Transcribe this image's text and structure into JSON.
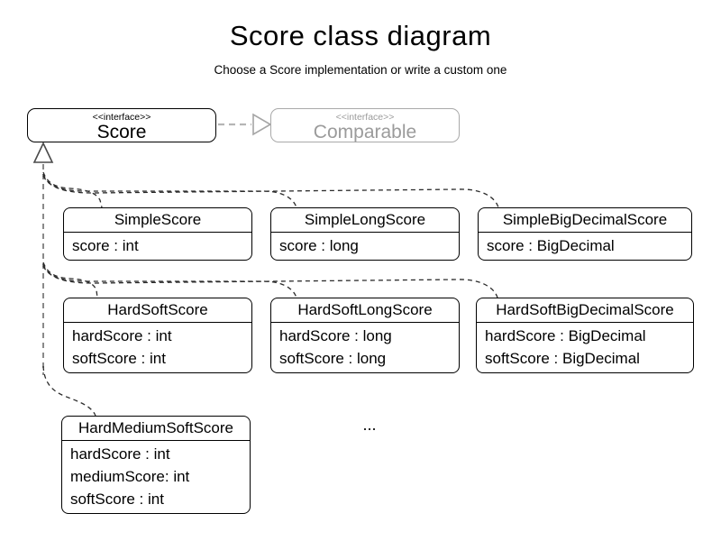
{
  "title": "Score class diagram",
  "subtitle": "Choose a Score implementation or write a custom one",
  "interfaces": {
    "score": {
      "stereotype": "<<interface>>",
      "name": "Score"
    },
    "comparable": {
      "stereotype": "<<interface>>",
      "name": "Comparable"
    }
  },
  "classes": [
    {
      "name": "SimpleScore",
      "attributes": [
        "score : int"
      ]
    },
    {
      "name": "SimpleLongScore",
      "attributes": [
        "score : long"
      ]
    },
    {
      "name": "SimpleBigDecimalScore",
      "attributes": [
        "score : BigDecimal"
      ]
    },
    {
      "name": "HardSoftScore",
      "attributes": [
        "hardScore : int",
        "softScore : int"
      ]
    },
    {
      "name": "HardSoftLongScore",
      "attributes": [
        "hardScore : long",
        "softScore : long"
      ]
    },
    {
      "name": "HardSoftBigDecimalScore",
      "attributes": [
        "hardScore : BigDecimal",
        "softScore : BigDecimal"
      ]
    },
    {
      "name": "HardMediumSoftScore",
      "attributes": [
        "hardScore : int",
        "mediumScore: int",
        "softScore : int"
      ]
    }
  ],
  "ellipsis": "...",
  "colors": {
    "class_border": "#000000",
    "muted_border": "#a9a9a9",
    "muted_text": "#9b9b9b",
    "branch_line": "#2b2b2b",
    "trunk_line": "#7d7d7d",
    "comparable_arrow": "#b5b5b5"
  }
}
